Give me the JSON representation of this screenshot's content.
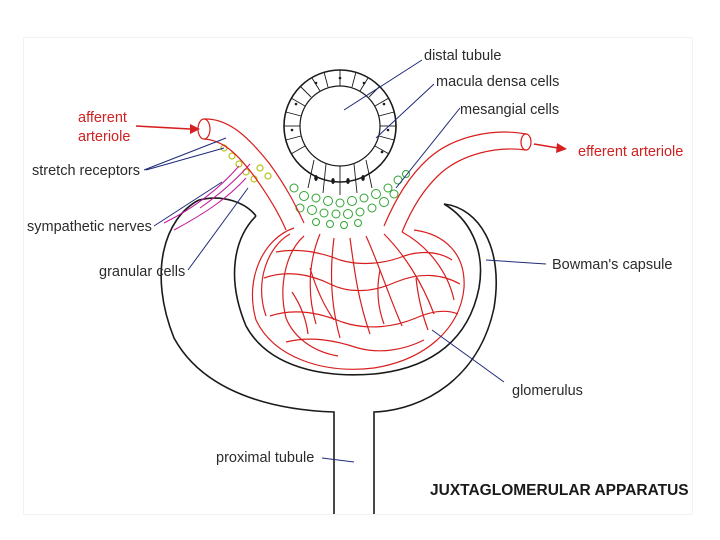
{
  "labels": {
    "distal_tubule": "distal tubule",
    "macula_densa": "macula densa cells",
    "mesangial": "mesangial cells",
    "afferent_line1": "afferent",
    "afferent_line2": "arteriole",
    "efferent": "efferent arteriole",
    "stretch": "stretch receptors",
    "sympathetic": "sympathetic nerves",
    "granular": "granular cells",
    "bowman": "Bowman's capsule",
    "glomerulus": "glomerulus",
    "proximal": "proximal tubule"
  },
  "title": "JUXTAGLOMERULAR APPARATUS",
  "colors": {
    "vessel_red": "#d81f1f",
    "leader_blue": "#1f2a7a",
    "mesangial_green": "#2fa52f",
    "stretch_yellow": "#b8c21a",
    "nerve_magenta": "#c2189b",
    "outline_black": "#1a1a1a"
  }
}
